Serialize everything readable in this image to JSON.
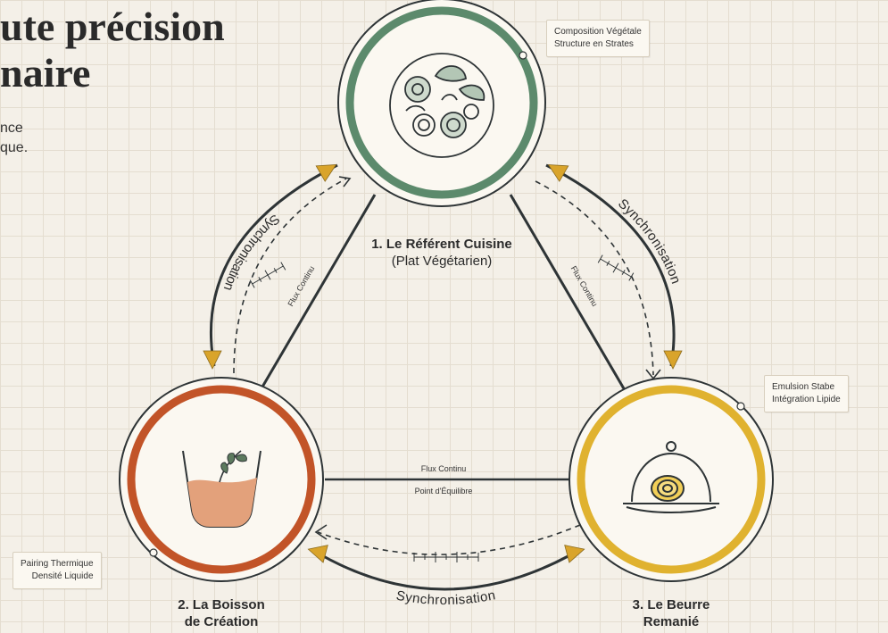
{
  "title": {
    "line1": "ute précision",
    "line2": "naire"
  },
  "intro": {
    "line1": "nce",
    "line2": "que."
  },
  "nodes": {
    "top": {
      "label": "1. Le Référent Cuisine",
      "sub": "(Plat Végétarien)",
      "color": "#5c8a6c",
      "icon": "plate-of-vegetables-icon"
    },
    "left": {
      "line1": "2. La Boisson",
      "line2": "de Création",
      "color": "#c25428",
      "icon": "glass-with-herb-icon"
    },
    "right": {
      "line1": "3. Le Beurre",
      "line2": "Remanié",
      "color": "#e0b22f",
      "icon": "butter-cloche-icon"
    }
  },
  "callouts": {
    "top": {
      "line1": "Composition Végétale",
      "line2": "Structure en Strates"
    },
    "right": {
      "line1": "Emulsion Stabe",
      "line2": "Intégration Lipide"
    },
    "left": {
      "line1": "Pairing Thermique",
      "line2": "Densité Liquide"
    }
  },
  "edges": {
    "left_sync": "Synchronisation",
    "right_sync": "Synchronisation",
    "bottom_sync": "Synchronisation",
    "left_flux": "Flux Continu",
    "right_flux": "Flux Continu",
    "bottom_flux": "Flux Continu",
    "bottom_balance": "Point d'Équilibre"
  },
  "colors": {
    "line": "#2e3436",
    "arrowhead": "#d9a42b",
    "accent_green": "#5c8a6c",
    "accent_orange": "#c25428",
    "accent_yellow": "#e0b22f"
  }
}
